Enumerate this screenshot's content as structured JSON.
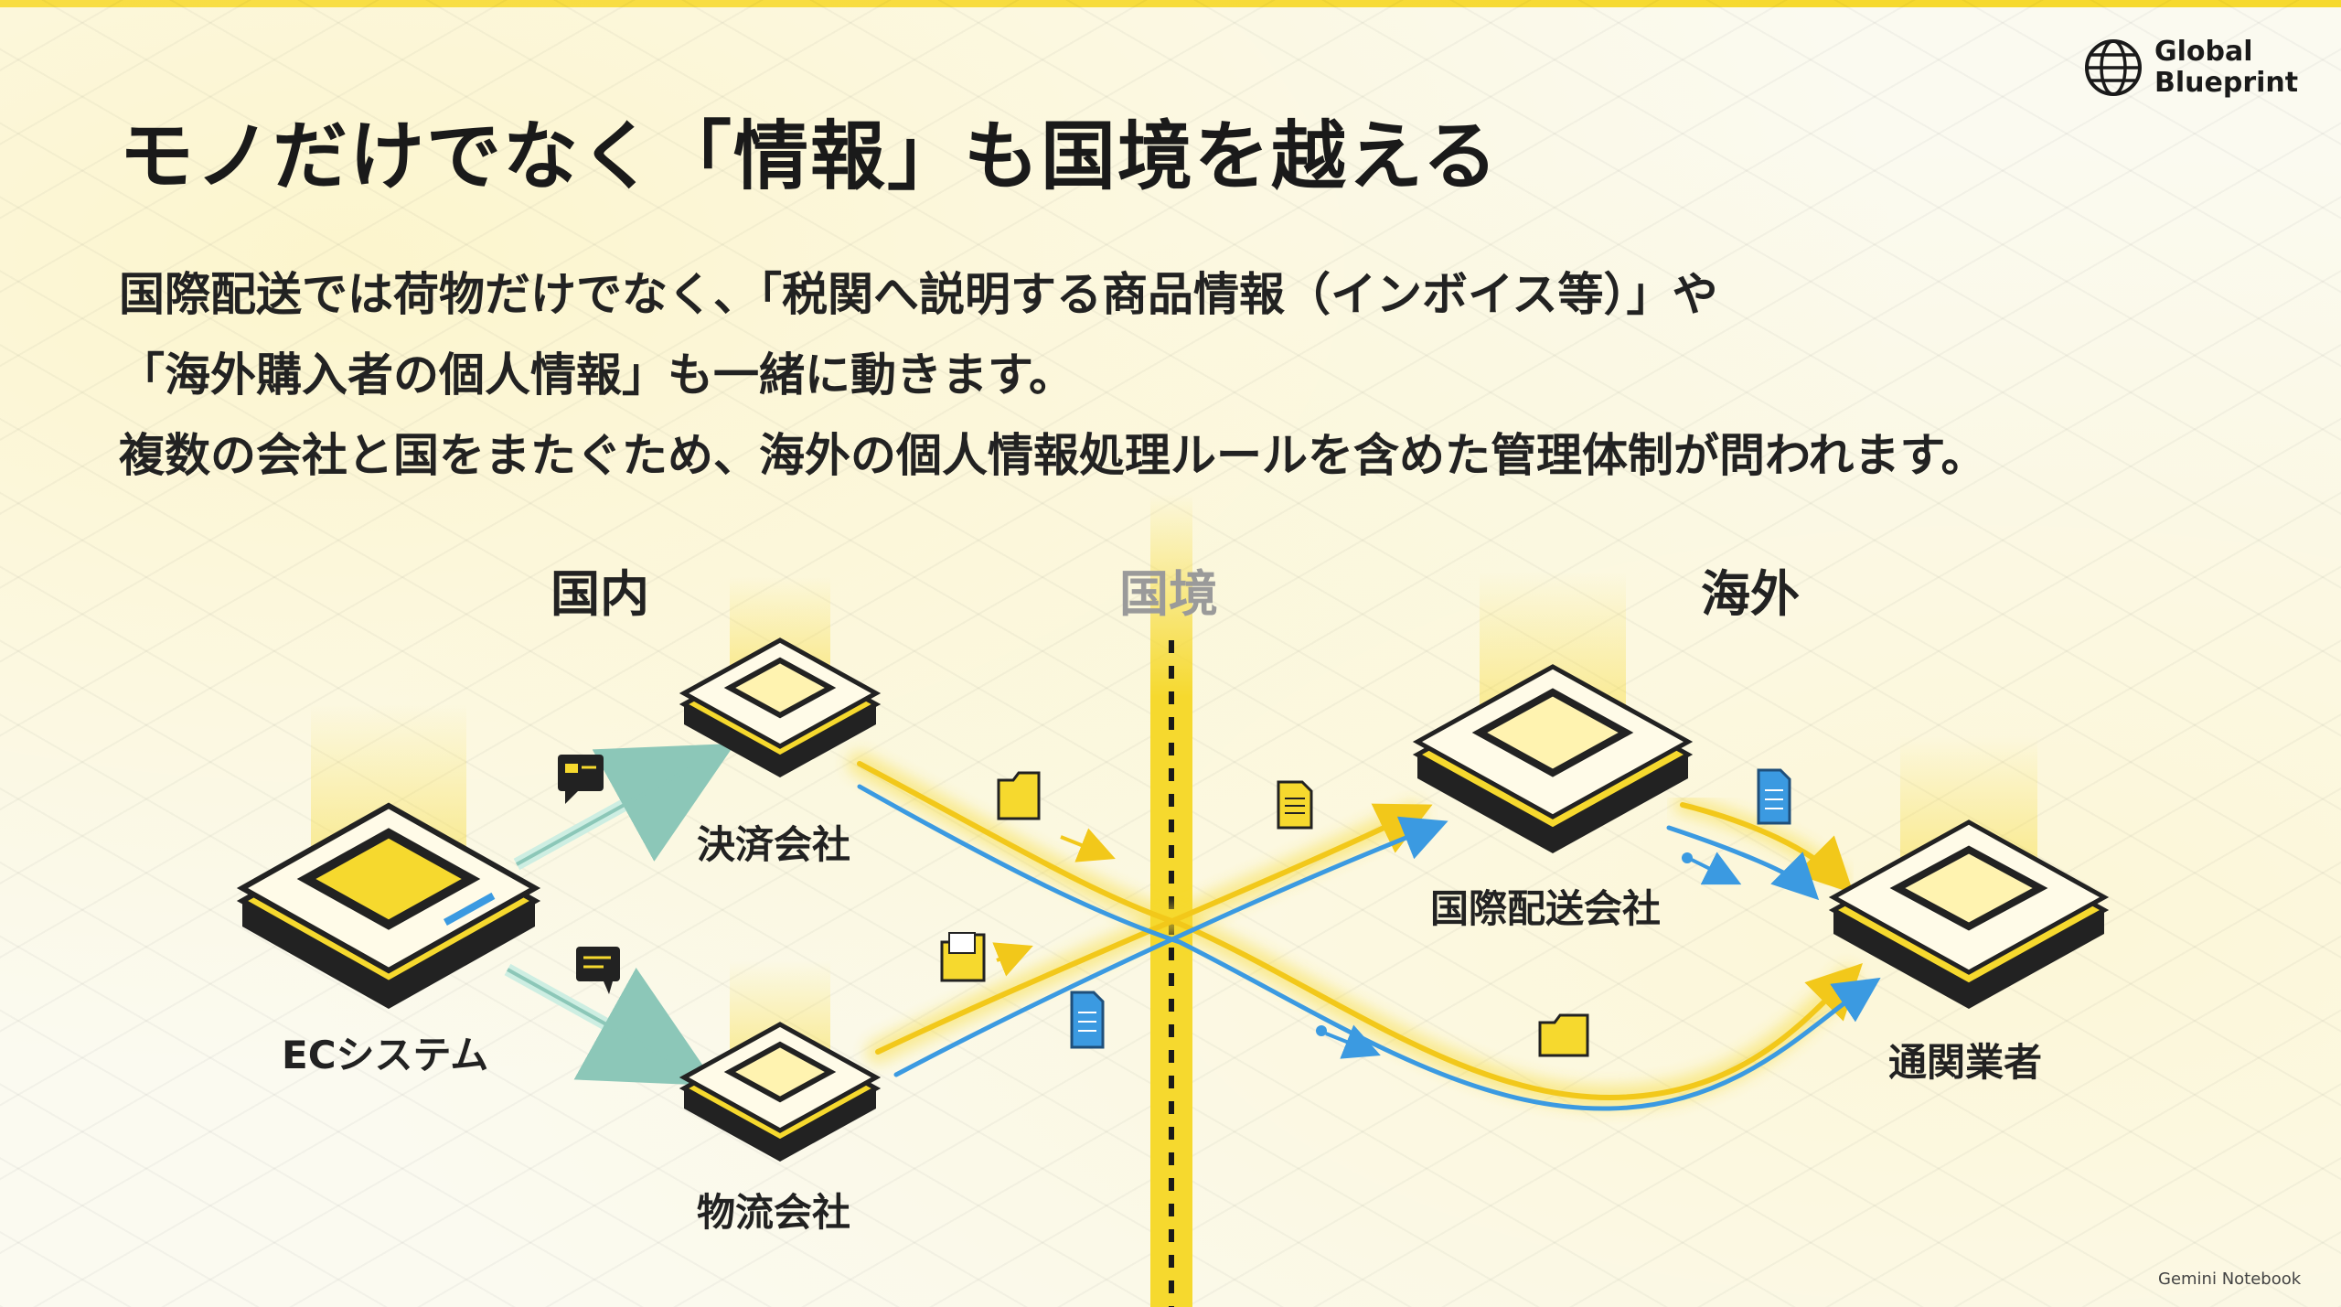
{
  "brand": {
    "line1": "Global",
    "line2": "Blueprint",
    "icon": "globe-icon"
  },
  "title": "モノだけでなく「情報」も国境を越える",
  "body": [
    "国際配送では荷物だけでなく、「税関へ説明する商品情報（インボイス等）」や",
    "「海外購入者の個人情報」も一緒に動きます。",
    "複数の会社と国をまたぐため、海外の個人情報処理ルールを含めた管理体制が問われます。"
  ],
  "regions": {
    "domestic": "国内",
    "border": "国境",
    "overseas": "海外"
  },
  "nodes": {
    "ec": "ECシステム",
    "payment": "決済会社",
    "logistics": "物流会社",
    "intl_shipping": "国際配送会社",
    "customs": "通関業者"
  },
  "colors": {
    "accent": "#f6d92e",
    "data_flow": "#3b9ae1",
    "text": "#1f1f1f"
  },
  "footer": "Gemini Notebook"
}
